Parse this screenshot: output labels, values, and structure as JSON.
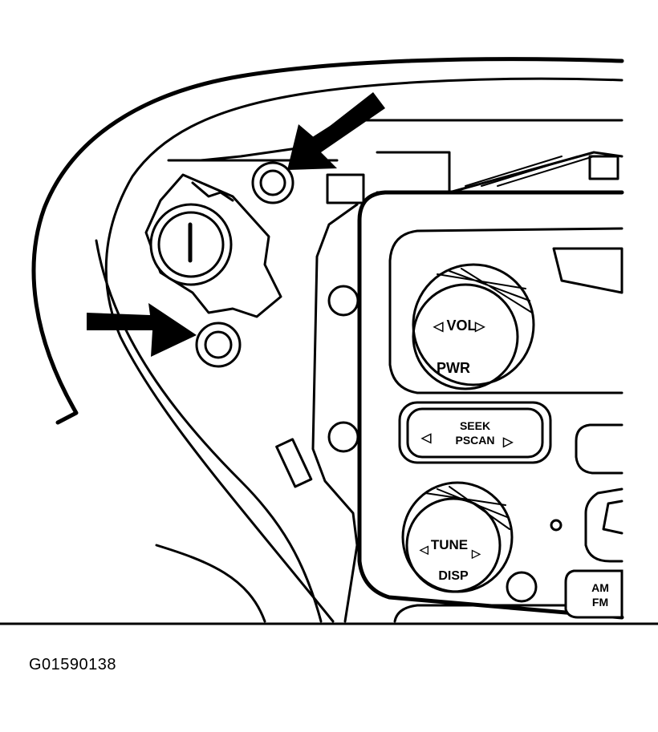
{
  "figure": {
    "id_label": "G01590138",
    "callouts": {
      "volume_knob_top": "VOL",
      "volume_knob_bottom": "PWR",
      "seek_top": "SEEK",
      "seek_bottom": "PSCAN",
      "tune_knob_top": "TUNE",
      "tune_knob_bottom": "DISP",
      "band_top": "AM",
      "band_bottom": "FM"
    },
    "arrow_count": 2
  }
}
